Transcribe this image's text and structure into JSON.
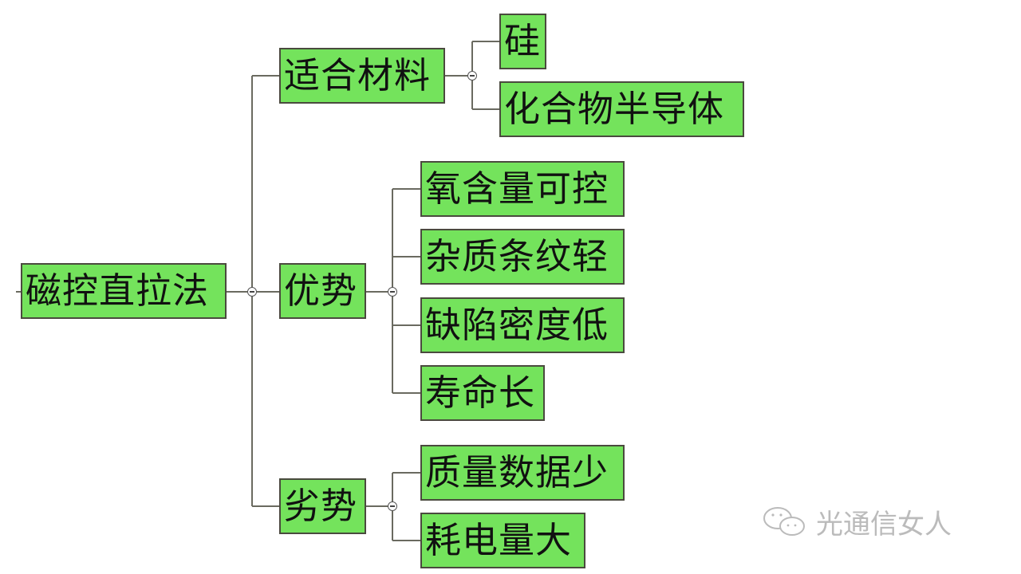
{
  "root": {
    "label": "磁控直拉法"
  },
  "branches": [
    {
      "label": "适合材料",
      "children": [
        "硅",
        "化合物半导体"
      ]
    },
    {
      "label": "优势",
      "children": [
        "氧含量可控",
        "杂质条纹轻",
        "缺陷密度低",
        "寿命长"
      ]
    },
    {
      "label": "劣势",
      "children": [
        "质量数据少",
        "耗电量大"
      ]
    }
  ],
  "watermark": {
    "text": "光通信女人",
    "icon": "wechat-icon"
  },
  "colors": {
    "node_fill": "#74e35c",
    "node_border": "#4a4a3e",
    "line": "#6a6a60"
  }
}
